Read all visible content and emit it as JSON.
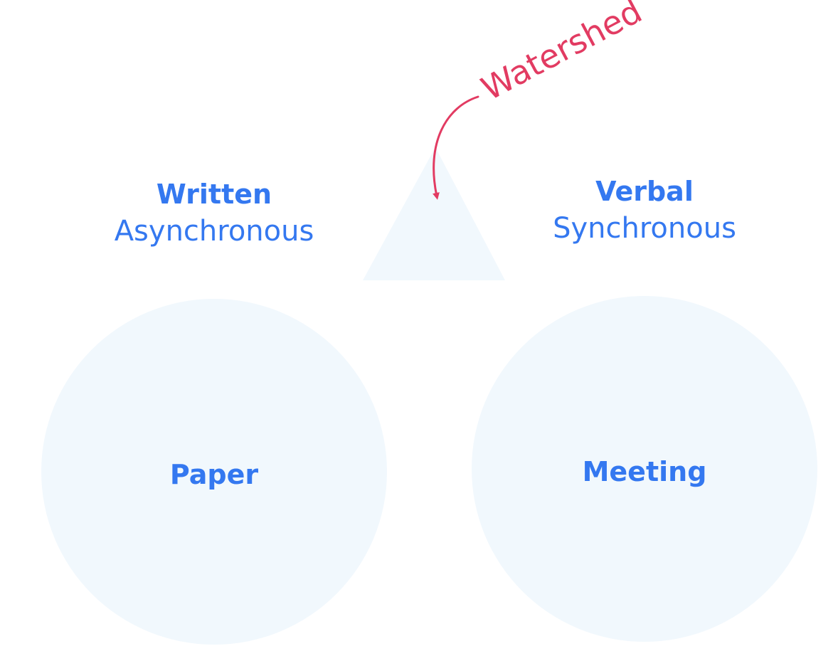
{
  "colors": {
    "label": "#3478f0",
    "accent": "#e23b62",
    "shape_fill": "#f1f8fd",
    "background": "#ffffff"
  },
  "nodes": {
    "written": {
      "title": "Written",
      "subtitle": "Asynchronous"
    },
    "verbal": {
      "title": "Verbal",
      "subtitle": "Synchronous"
    },
    "paper": {
      "label": "Paper"
    },
    "meeting": {
      "label": "Meeting"
    }
  },
  "watershed": {
    "label": "Watershed"
  }
}
